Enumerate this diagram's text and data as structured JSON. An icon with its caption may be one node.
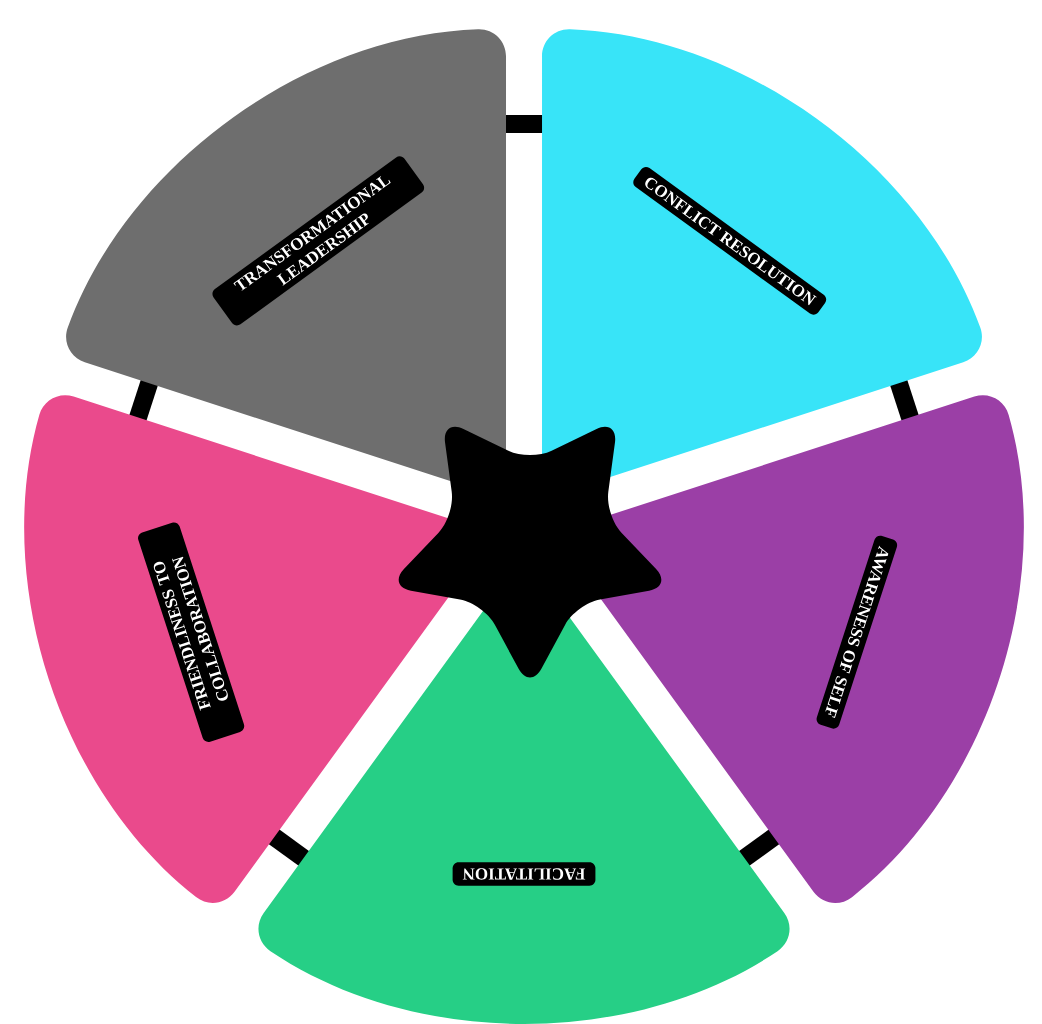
{
  "diagram": {
    "nodes": [
      {
        "text": [
          "TRANSFORMATIONAL LEADERSHIP"
        ]
      },
      {
        "text": [
          "CONFLICT RESOLUTION"
        ]
      },
      {
        "text": [
          "AWARENESS OF SELF"
        ]
      },
      {
        "text": [
          "FACILITATION"
        ]
      },
      {
        "text": [
          "FRIENDLINESS TO COLLABORATION"
        ]
      },
      {
        "text": [],
        "shape": "star"
      }
    ],
    "edges": [
      {
        "from": 0,
        "to": 1,
        "arrow": "none"
      },
      {
        "from": 1,
        "to": 2,
        "arrow": "none"
      },
      {
        "from": 2,
        "to": 3,
        "arrow": "none"
      },
      {
        "from": 3,
        "to": 4,
        "arrow": "none"
      },
      {
        "from": 4,
        "to": 0,
        "arrow": "none"
      }
    ]
  }
}
